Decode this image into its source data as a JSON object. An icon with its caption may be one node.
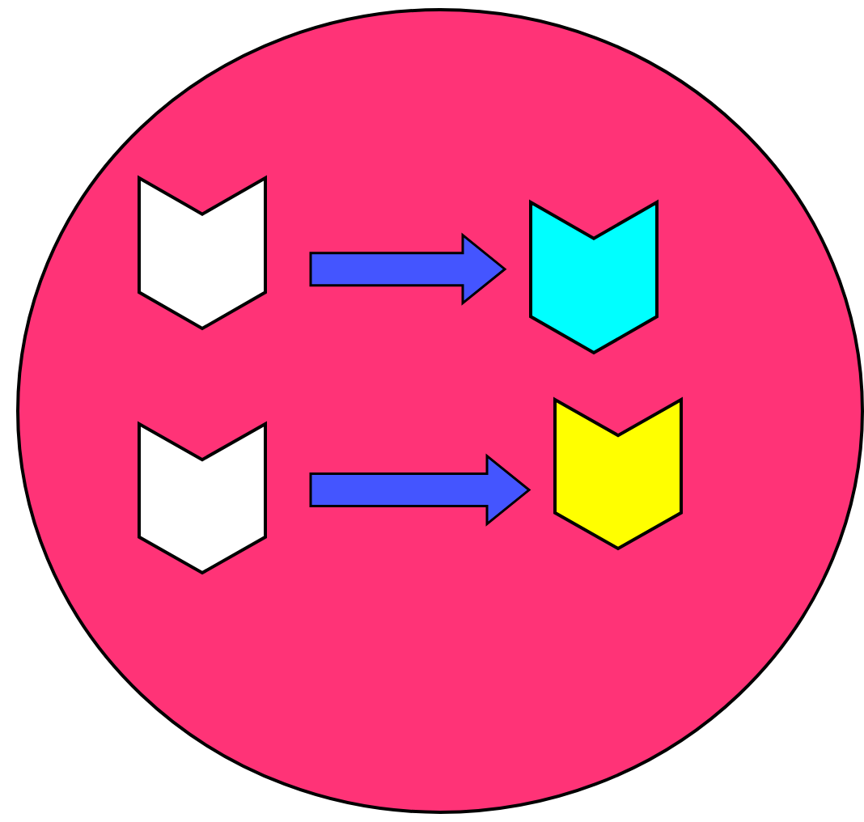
{
  "diagram": {
    "nodes": [
      {
        "text": [],
        "shape": "circle"
      },
      {
        "text": [],
        "shape": "chevron",
        "in": 0
      },
      {
        "text": [],
        "shape": "chevron",
        "in": 0
      },
      {
        "text": [],
        "shape": "chevron",
        "in": 0
      },
      {
        "text": [],
        "shape": "chevron",
        "in": 0
      }
    ],
    "edges": [
      {
        "from": 1,
        "to": 2,
        "arrow": "to",
        "style": "thick"
      },
      {
        "from": 3,
        "to": 4,
        "arrow": "to",
        "style": "thick"
      }
    ]
  }
}
